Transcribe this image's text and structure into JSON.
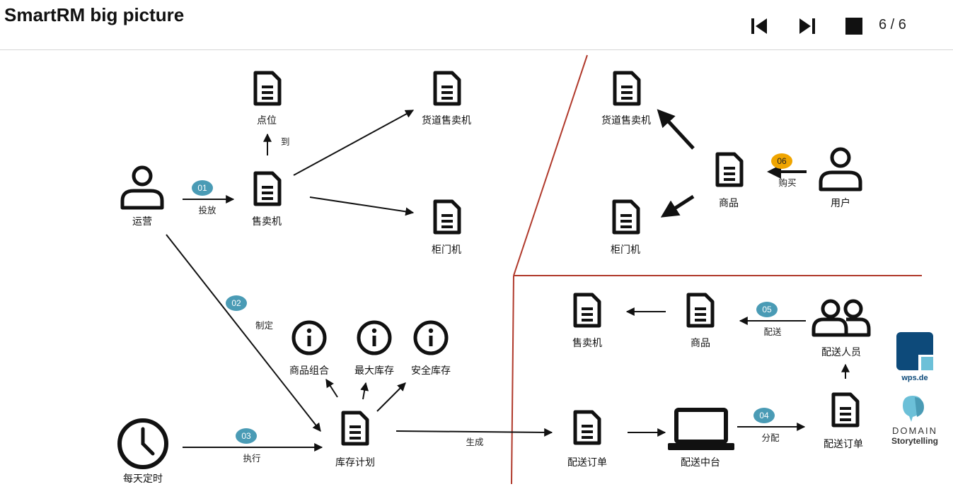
{
  "header": {
    "title": "SmartRM big picture",
    "page_indicator": "6 / 6",
    "controls": {
      "first_icon": "skip-to-start-icon",
      "last_icon": "skip-to-end-icon",
      "stop_icon": "stop-icon"
    }
  },
  "diagram": {
    "left_top": {
      "operator": "运营",
      "point": "点位",
      "vending_machine": "售卖机",
      "lane_vending": "货道售卖机",
      "cabinet_vending": "柜门机",
      "to_label": "到",
      "step01_num": "01",
      "step01_label": "投放"
    },
    "left_bottom": {
      "step02_num": "02",
      "step02_label": "制定",
      "product_combo": "商品组合",
      "max_stock": "最大库存",
      "safe_stock": "安全库存",
      "inventory_plan": "库存计划",
      "daily_timer": "每天定时",
      "step03_num": "03",
      "step03_label": "执行",
      "generate_label": "生成"
    },
    "right_top": {
      "lane_vending": "货道售卖机",
      "cabinet_vending": "柜门机",
      "product": "商品",
      "user": "用户",
      "step06_num": "06",
      "step06_label": "购买"
    },
    "right_bottom": {
      "vending_machine": "售卖机",
      "product": "商品",
      "delivery_staff": "配送人员",
      "step05_num": "05",
      "step05_label": "配送",
      "delivery_order_left": "配送订单",
      "delivery_center": "配送中台",
      "step04_num": "04",
      "step04_label": "分配",
      "delivery_order_right": "配送订单"
    }
  },
  "logos": {
    "wps": "wps.de",
    "domain_line1": "DOMAIN",
    "domain_line2": "Storytelling"
  },
  "colors": {
    "badge_blue": "#4a9bb5",
    "badge_orange": "#f0a500",
    "divider_red": "#b0392b",
    "wps_blue": "#0d4a7a",
    "wps_light": "#6cc0d8"
  }
}
